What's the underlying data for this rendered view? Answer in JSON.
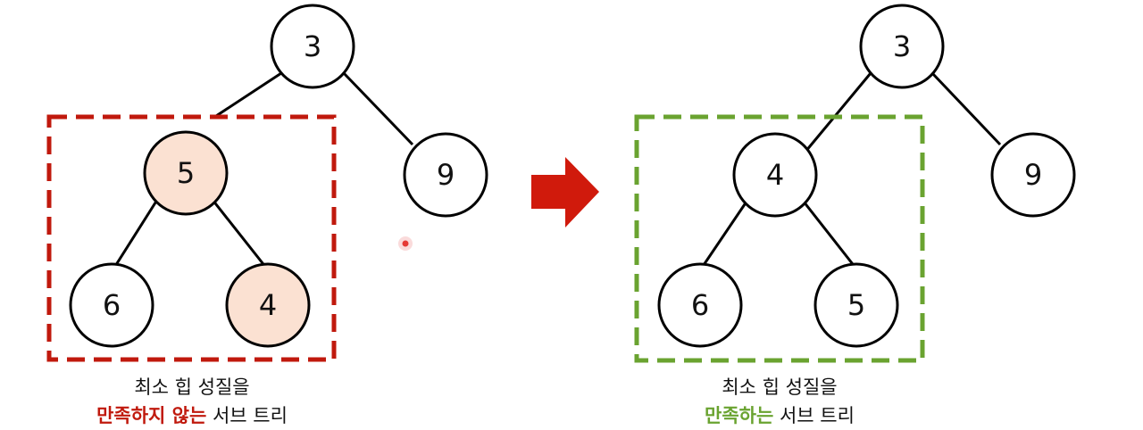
{
  "colors": {
    "highlight_node_fill": "#fbe1d2",
    "bad_box": "#c0190d",
    "good_box": "#6aa330",
    "arrow": "#d01a0c",
    "cursor_dot": "#e53935"
  },
  "left_tree": {
    "root": "3",
    "left": "5",
    "right": "9",
    "left_left": "6",
    "left_right": "4",
    "highlighted": [
      "left",
      "left_right"
    ]
  },
  "right_tree": {
    "root": "3",
    "left": "4",
    "right": "9",
    "left_left": "6",
    "left_right": "5"
  },
  "captions": {
    "left": {
      "line1": "최소 힙 성질을",
      "emphasis": "만족하지 않는",
      "rest": " 서브 트리"
    },
    "right": {
      "line1": "최소 힙 성질을",
      "emphasis": "만족하는",
      "rest": " 서브 트리"
    }
  },
  "icons": {
    "arrow": "right-arrow-icon",
    "cursor": "cursor-dot-icon"
  }
}
